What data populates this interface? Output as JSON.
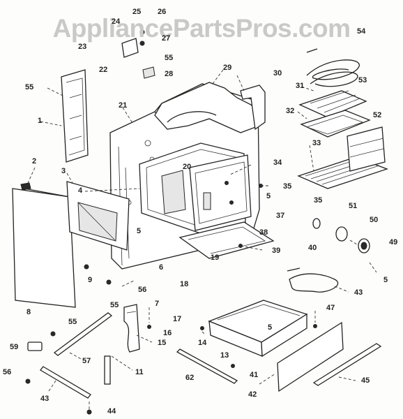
{
  "watermark": "AppliancePartsPros.com",
  "header_text": "",
  "part_numbers": {
    "p1": "1",
    "p2": "2",
    "p3": "3",
    "p4": "4",
    "p5a": "5",
    "p5b": "5",
    "p5c": "5",
    "p5d": "5",
    "p6": "6",
    "p7": "7",
    "p8": "8",
    "p9": "9",
    "p11": "11",
    "p13": "13",
    "p14": "14",
    "p15": "15",
    "p16": "16",
    "p17": "17",
    "p18": "18",
    "p19": "19",
    "p20": "20",
    "p21": "21",
    "p22": "22",
    "p23": "23",
    "p24": "24",
    "p25": "25",
    "p26": "26",
    "p27": "27",
    "p28": "28",
    "p29": "29",
    "p30": "30",
    "p31": "31",
    "p32": "32",
    "p33": "33",
    "p34": "34",
    "p35a": "35",
    "p35b": "35",
    "p37": "37",
    "p38": "38",
    "p39": "39",
    "p40": "40",
    "p41": "41",
    "p42": "42",
    "p43a": "43",
    "p43b": "43",
    "p44": "44",
    "p45": "45",
    "p47": "47",
    "p49": "49",
    "p50": "50",
    "p51": "51",
    "p52": "52",
    "p53": "53",
    "p54": "54",
    "p55a": "55",
    "p55b": "55",
    "p55c": "55",
    "p55d": "55",
    "p56a": "56",
    "p56b": "56",
    "p57": "57",
    "p59": "59",
    "p62": "62"
  }
}
